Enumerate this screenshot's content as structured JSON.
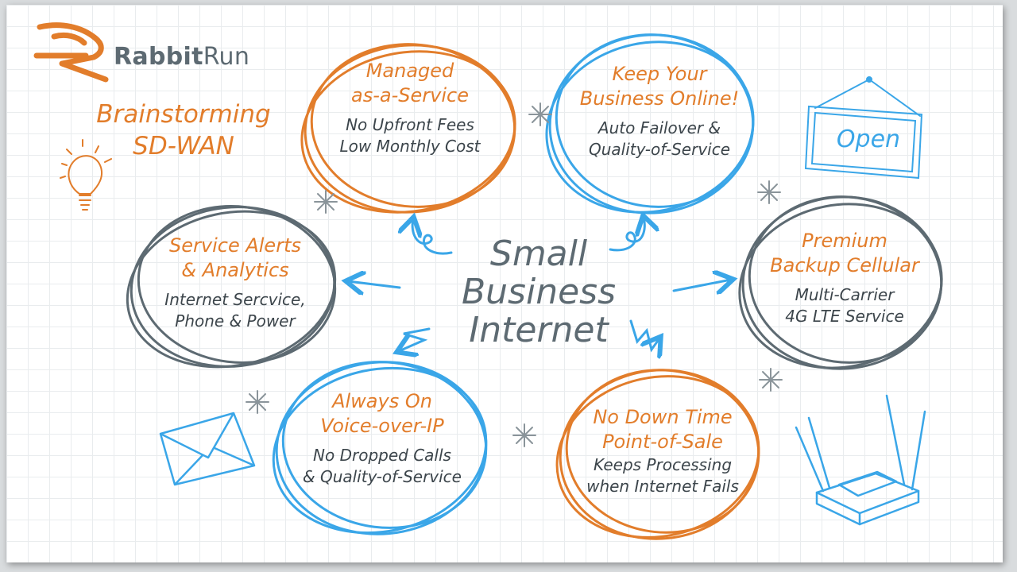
{
  "brand": {
    "name_bold": "Rabbit",
    "name_light": "Run"
  },
  "subtitle": {
    "line1": "Brainstorming",
    "line2": "SD-WAN"
  },
  "center": {
    "line1": "Small",
    "line2": "Business",
    "line3": "Internet"
  },
  "nodes": [
    {
      "id": "managed",
      "heading": [
        "Managed",
        "as-a-Service"
      ],
      "detail": [
        "No Upfront Fees",
        "Low Monthly Cost"
      ],
      "ring_color": "#e27d2b"
    },
    {
      "id": "online",
      "heading": [
        "Keep Your",
        "Business Online!"
      ],
      "detail": [
        "Auto Failover &",
        "Quality-of-Service"
      ],
      "ring_color": "#3aa6e8"
    },
    {
      "id": "alerts",
      "heading": [
        "Service Alerts",
        "& Analytics"
      ],
      "detail": [
        "Internet Sercvice,",
        "Phone & Power"
      ],
      "ring_color": "#5d6a72"
    },
    {
      "id": "cellular",
      "heading": [
        "Premium",
        "Backup Cellular"
      ],
      "detail": [
        "Multi-Carrier",
        "4G LTE Service"
      ],
      "ring_color": "#5d6a72"
    },
    {
      "id": "voip",
      "heading": [
        "Always On",
        "Voice-over-IP"
      ],
      "detail": [
        "No Dropped Calls",
        "& Quality-of-Service"
      ],
      "ring_color": "#3aa6e8"
    },
    {
      "id": "pos",
      "heading": [
        "No Down Time",
        "Point-of-Sale"
      ],
      "detail": [
        "Keeps Processing",
        "when Internet Fails"
      ],
      "ring_color": "#e27d2b"
    }
  ],
  "sign": {
    "text": "Open"
  },
  "colors": {
    "orange": "#e27d2b",
    "blue": "#3aa6e8",
    "gray": "#5d6a72"
  },
  "icons": [
    "rabbit-logo-icon",
    "lightbulb-icon",
    "open-sign-icon",
    "envelope-icon",
    "router-icon",
    "sparkle-icon",
    "arrow-icon"
  ]
}
